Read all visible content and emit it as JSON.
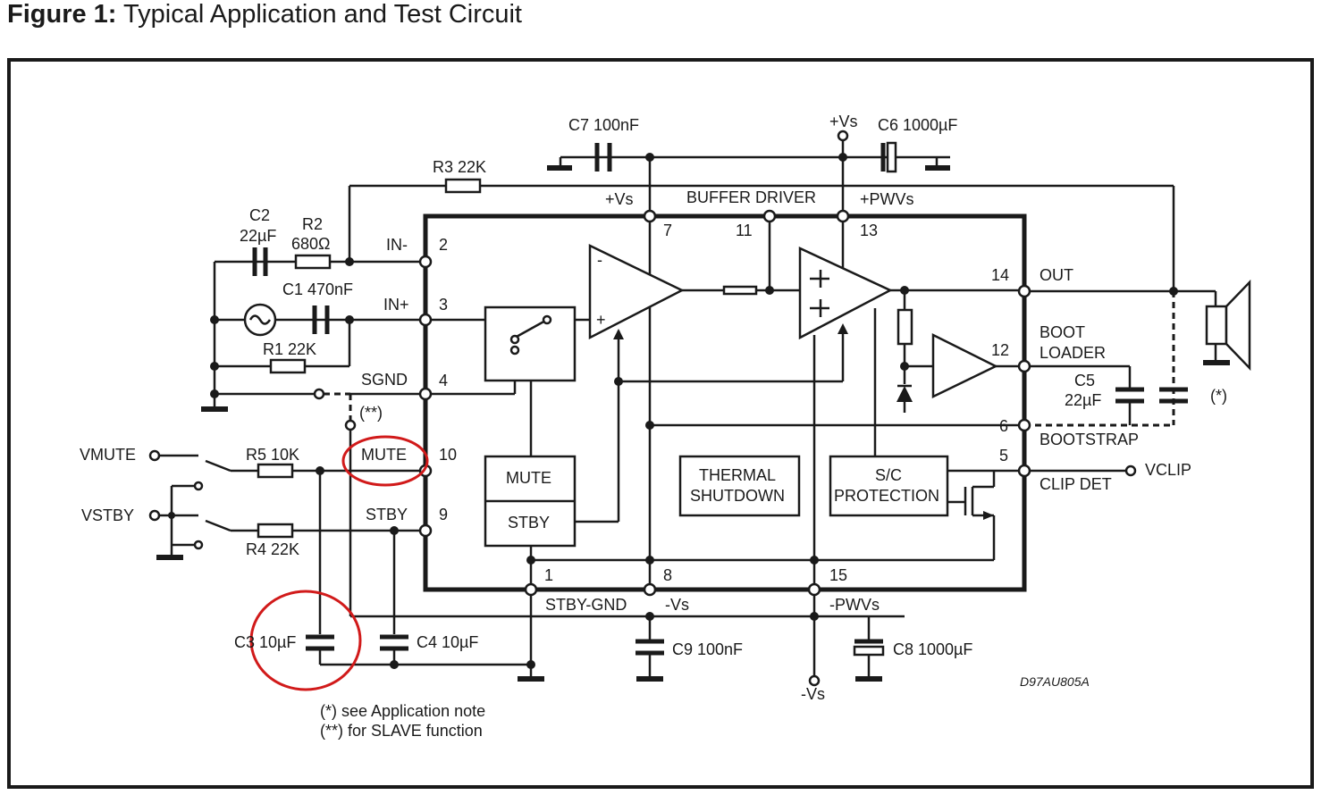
{
  "figure": {
    "number": "Figure 1:",
    "title": "Typical Application and Test Circuit"
  },
  "labels": {
    "c7": "C7 100nF",
    "vs_top": "+Vs",
    "c6": "C6 1000µF",
    "r3": "R3 22K",
    "vs_ic": "+Vs",
    "buffer_driver": "BUFFER DRIVER",
    "pwvs_top": "+PWVs",
    "c2_name": "C2",
    "c2_val": "22µF",
    "r2_name": "R2",
    "r2_val": "680Ω",
    "in_minus": "IN-",
    "c1": "C1 470nF",
    "in_plus": "IN+",
    "r1": "R1 22K",
    "sgnd": "SGND",
    "slave_note": "(**)",
    "mute_pin": "MUTE",
    "stby_pin": "STBY",
    "vmute": "VMUTE",
    "vstby": "VSTBY",
    "r5": "R5 10K",
    "r4": "R4 22K",
    "mute_block": "MUTE",
    "stby_block": "STBY",
    "thermal1": "THERMAL",
    "thermal2": "SHUTDOWN",
    "sc1": "S/C",
    "sc2": "PROTECTION",
    "out": "OUT",
    "boot1": "BOOT",
    "boot2": "LOADER",
    "c5_name": "C5",
    "c5_val": "22µF",
    "star": "(*)",
    "bootstrap": "BOOTSTRAP",
    "vclip": "VCLIP",
    "clip_det": "CLIP DET",
    "stby_gnd": "STBY-GND",
    "minus_vs": "-Vs",
    "minus_pwvs": "-PWVs",
    "c3": "C3 10µF",
    "c4": "C4 10µF",
    "c9": "C9 100nF",
    "c8": "C8 1000µF",
    "vs_bottom": "-Vs",
    "code": "D97AU805A",
    "note1": "(*) see Application note",
    "note2": "(**) for SLAVE function",
    "op_minus": "-",
    "op_plus": "+"
  },
  "pins": {
    "p7": "7",
    "p11": "11",
    "p13": "13",
    "p2": "2",
    "p3": "3",
    "p4": "4",
    "p10": "10",
    "p9": "9",
    "p14": "14",
    "p12": "12",
    "p6": "6",
    "p5": "5",
    "p1": "1",
    "p8": "8",
    "p15": "15"
  },
  "colors": {
    "line": "#1a1a1a",
    "annotation": "#d11a1a",
    "background": "#ffffff"
  }
}
